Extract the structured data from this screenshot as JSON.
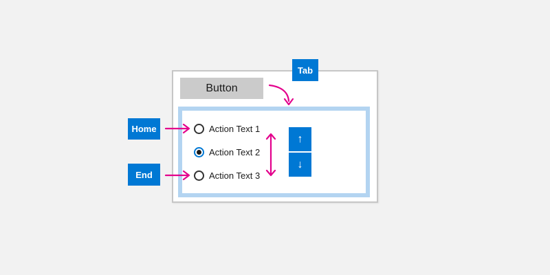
{
  "colors": {
    "background": "#f2f2f2",
    "accent_blue": "#0078d4",
    "panel_border_blue": "#b3d4f1",
    "annotation_pink": "#e3008c",
    "button_gray": "#cbcbcb",
    "window_border_gray": "#c6c6c6",
    "text_dark": "#1a1a1a"
  },
  "key_badges": {
    "tab": "Tab",
    "home": "Home",
    "end": "End"
  },
  "app_window": {
    "button_label": "Button",
    "radio_group": {
      "items": [
        {
          "label": "Action Text 1",
          "selected": false
        },
        {
          "label": "Action Text 2",
          "selected": true
        },
        {
          "label": "Action Text 3",
          "selected": false
        }
      ]
    },
    "spin_buttons": {
      "up_icon": "↑",
      "down_icon": "↓"
    }
  }
}
